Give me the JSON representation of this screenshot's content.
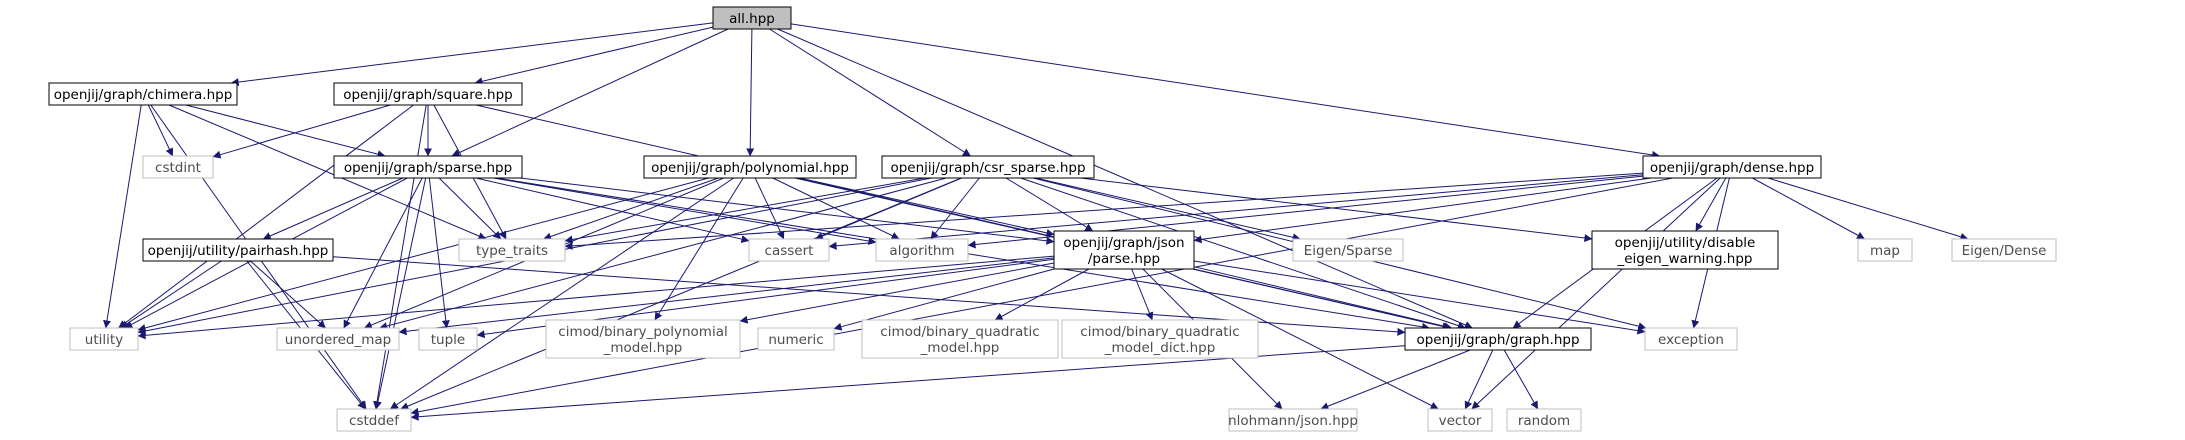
{
  "colors": {
    "root_fill": "#bfbfbf",
    "project_border": "#000000",
    "external_border": "#bfbfbf",
    "external_text": "#4d4d4d",
    "edge": "#191970"
  },
  "nodes": [
    {
      "id": "all",
      "lines": [
        "all.hpp"
      ],
      "kind": "root"
    },
    {
      "id": "chimera",
      "lines": [
        "openjij/graph/chimera.hpp"
      ],
      "kind": "project"
    },
    {
      "id": "square",
      "lines": [
        "openjij/graph/square.hpp"
      ],
      "kind": "project"
    },
    {
      "id": "cstdint",
      "lines": [
        "cstdint"
      ],
      "kind": "external"
    },
    {
      "id": "sparse",
      "lines": [
        "openjij/graph/sparse.hpp"
      ],
      "kind": "project"
    },
    {
      "id": "polynomial",
      "lines": [
        "openjij/graph/polynomial.hpp"
      ],
      "kind": "project"
    },
    {
      "id": "csr_sparse",
      "lines": [
        "openjij/graph/csr_sparse.hpp"
      ],
      "kind": "project"
    },
    {
      "id": "dense",
      "lines": [
        "openjij/graph/dense.hpp"
      ],
      "kind": "project"
    },
    {
      "id": "pairhash",
      "lines": [
        "openjij/utility/pairhash.hpp"
      ],
      "kind": "project"
    },
    {
      "id": "type_traits",
      "lines": [
        "type_traits"
      ],
      "kind": "external"
    },
    {
      "id": "cassert",
      "lines": [
        "cassert"
      ],
      "kind": "external"
    },
    {
      "id": "algorithm",
      "lines": [
        "algorithm"
      ],
      "kind": "external"
    },
    {
      "id": "json_parse",
      "lines": [
        "openjij/graph/json",
        "/parse.hpp"
      ],
      "kind": "project"
    },
    {
      "id": "eigen_sparse",
      "lines": [
        "Eigen/Sparse"
      ],
      "kind": "external"
    },
    {
      "id": "disable_eigen",
      "lines": [
        "openjij/utility/disable",
        "_eigen_warning.hpp"
      ],
      "kind": "project"
    },
    {
      "id": "map",
      "lines": [
        "map"
      ],
      "kind": "external"
    },
    {
      "id": "eigen_dense",
      "lines": [
        "Eigen/Dense"
      ],
      "kind": "external"
    },
    {
      "id": "utility",
      "lines": [
        "utility"
      ],
      "kind": "external"
    },
    {
      "id": "unordered_map",
      "lines": [
        "unordered_map"
      ],
      "kind": "external"
    },
    {
      "id": "tuple",
      "lines": [
        "tuple"
      ],
      "kind": "external"
    },
    {
      "id": "cimod_poly",
      "lines": [
        "cimod/binary_polynomial",
        "_model.hpp"
      ],
      "kind": "external"
    },
    {
      "id": "numeric",
      "lines": [
        "numeric"
      ],
      "kind": "external"
    },
    {
      "id": "cimod_quad",
      "lines": [
        "cimod/binary_quadratic",
        "_model.hpp"
      ],
      "kind": "external"
    },
    {
      "id": "cimod_quad_dict",
      "lines": [
        "cimod/binary_quadratic",
        "_model_dict.hpp"
      ],
      "kind": "external"
    },
    {
      "id": "graph",
      "lines": [
        "openjij/graph/graph.hpp"
      ],
      "kind": "project"
    },
    {
      "id": "exception",
      "lines": [
        "exception"
      ],
      "kind": "external"
    },
    {
      "id": "cstddef",
      "lines": [
        "cstddef"
      ],
      "kind": "external"
    },
    {
      "id": "nlohmann",
      "lines": [
        "nlohmann/json.hpp"
      ],
      "kind": "external"
    },
    {
      "id": "vector",
      "lines": [
        "vector"
      ],
      "kind": "external"
    },
    {
      "id": "random",
      "lines": [
        "random"
      ],
      "kind": "external"
    }
  ],
  "edges": [
    [
      "all",
      "chimera"
    ],
    [
      "all",
      "square"
    ],
    [
      "all",
      "sparse"
    ],
    [
      "all",
      "polynomial"
    ],
    [
      "all",
      "csr_sparse"
    ],
    [
      "all",
      "dense"
    ],
    [
      "all",
      "graph"
    ],
    [
      "chimera",
      "cstdint"
    ],
    [
      "chimera",
      "sparse"
    ],
    [
      "chimera",
      "utility"
    ],
    [
      "chimera",
      "type_traits"
    ],
    [
      "chimera",
      "cstddef"
    ],
    [
      "square",
      "cstdint"
    ],
    [
      "square",
      "sparse"
    ],
    [
      "square",
      "type_traits"
    ],
    [
      "square",
      "utility"
    ],
    [
      "square",
      "cstddef"
    ],
    [
      "square",
      "graph"
    ],
    [
      "sparse",
      "pairhash"
    ],
    [
      "sparse",
      "type_traits"
    ],
    [
      "sparse",
      "cassert"
    ],
    [
      "sparse",
      "algorithm"
    ],
    [
      "sparse",
      "json_parse"
    ],
    [
      "sparse",
      "utility"
    ],
    [
      "sparse",
      "unordered_map"
    ],
    [
      "sparse",
      "tuple"
    ],
    [
      "sparse",
      "graph"
    ],
    [
      "sparse",
      "cstddef"
    ],
    [
      "polynomial",
      "type_traits"
    ],
    [
      "polynomial",
      "cassert"
    ],
    [
      "polynomial",
      "algorithm"
    ],
    [
      "polynomial",
      "json_parse"
    ],
    [
      "polynomial",
      "utility"
    ],
    [
      "polynomial",
      "unordered_map"
    ],
    [
      "polynomial",
      "cimod_poly"
    ],
    [
      "polynomial",
      "graph"
    ],
    [
      "polynomial",
      "cstddef"
    ],
    [
      "csr_sparse",
      "type_traits"
    ],
    [
      "csr_sparse",
      "cassert"
    ],
    [
      "csr_sparse",
      "algorithm"
    ],
    [
      "csr_sparse",
      "json_parse"
    ],
    [
      "csr_sparse",
      "eigen_sparse"
    ],
    [
      "csr_sparse",
      "disable_eigen"
    ],
    [
      "csr_sparse",
      "utility"
    ],
    [
      "csr_sparse",
      "unordered_map"
    ],
    [
      "csr_sparse",
      "graph"
    ],
    [
      "csr_sparse",
      "exception"
    ],
    [
      "csr_sparse",
      "cstddef"
    ],
    [
      "dense",
      "type_traits"
    ],
    [
      "dense",
      "cassert"
    ],
    [
      "dense",
      "algorithm"
    ],
    [
      "dense",
      "json_parse"
    ],
    [
      "dense",
      "disable_eigen"
    ],
    [
      "dense",
      "map"
    ],
    [
      "dense",
      "eigen_dense"
    ],
    [
      "dense",
      "exception"
    ],
    [
      "dense",
      "graph"
    ],
    [
      "dense",
      "vector"
    ],
    [
      "dense",
      "cstddef"
    ],
    [
      "pairhash",
      "utility"
    ],
    [
      "pairhash",
      "unordered_map"
    ],
    [
      "pairhash",
      "graph"
    ],
    [
      "pairhash",
      "cstddef"
    ],
    [
      "json_parse",
      "utility"
    ],
    [
      "json_parse",
      "unordered_map"
    ],
    [
      "json_parse",
      "tuple"
    ],
    [
      "json_parse",
      "cimod_poly"
    ],
    [
      "json_parse",
      "numeric"
    ],
    [
      "json_parse",
      "cimod_quad"
    ],
    [
      "json_parse",
      "cimod_quad_dict"
    ],
    [
      "json_parse",
      "graph"
    ],
    [
      "json_parse",
      "exception"
    ],
    [
      "json_parse",
      "nlohmann"
    ],
    [
      "json_parse",
      "vector"
    ],
    [
      "graph",
      "cstddef"
    ],
    [
      "graph",
      "nlohmann"
    ],
    [
      "graph",
      "vector"
    ],
    [
      "graph",
      "random"
    ]
  ]
}
